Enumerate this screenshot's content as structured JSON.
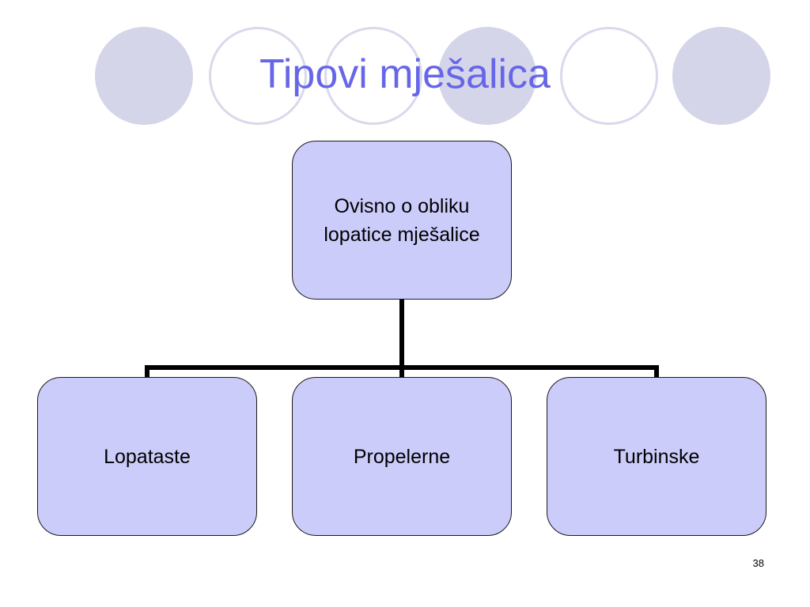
{
  "slide": {
    "title": "Tipovi mješalica",
    "page_number": "38"
  },
  "diagram": {
    "root": {
      "label": "Ovisno o obliku\nlopatice mješalice"
    },
    "children": [
      {
        "label": "Lopataste"
      },
      {
        "label": "Propelerne"
      },
      {
        "label": "Turbinske"
      }
    ]
  },
  "colors": {
    "title": "#6666e8",
    "node_fill": "#ccccfb",
    "node_border": "#1a1a1a",
    "connector": "#000000",
    "deco_filled": "#d5d5ea",
    "deco_outline": "#d9d9ec"
  }
}
